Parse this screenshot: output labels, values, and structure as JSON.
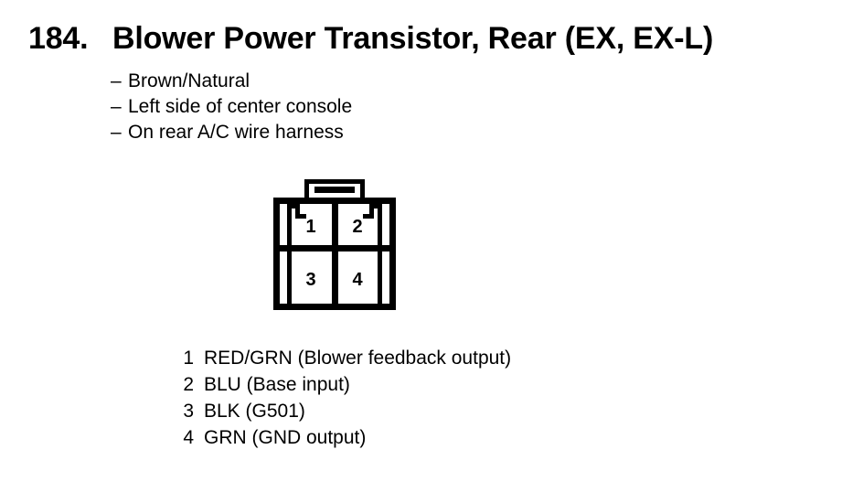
{
  "page": {
    "background_color": "#ffffff",
    "ink_color": "#000000"
  },
  "title": {
    "number": "184.",
    "text": "Blower Power Transistor, Rear (EX, EX-L)",
    "full": "184. Blower Power Transistor, Rear (EX, EX-L)"
  },
  "notes": {
    "dash": "–",
    "items": [
      {
        "text": "Brown/Natural"
      },
      {
        "text": "Left side of center console"
      },
      {
        "text": "On rear A/C wire harness"
      }
    ]
  },
  "connector": {
    "name": "4-pin-connector-diagram",
    "cavity_count": 4,
    "rows": 2,
    "columns": 2,
    "cavities": [
      {
        "number": "1",
        "position": "top-left"
      },
      {
        "number": "2",
        "position": "top-right"
      },
      {
        "number": "3",
        "position": "bottom-left"
      },
      {
        "number": "4",
        "position": "bottom-right"
      }
    ]
  },
  "pin_legend": [
    {
      "number": "1",
      "description": "RED/GRN (Blower feedback output)"
    },
    {
      "number": "2",
      "description": "BLU (Base input)"
    },
    {
      "number": "3",
      "description": "BLK (G501)"
    },
    {
      "number": "4",
      "description": "GRN (GND output)"
    }
  ]
}
